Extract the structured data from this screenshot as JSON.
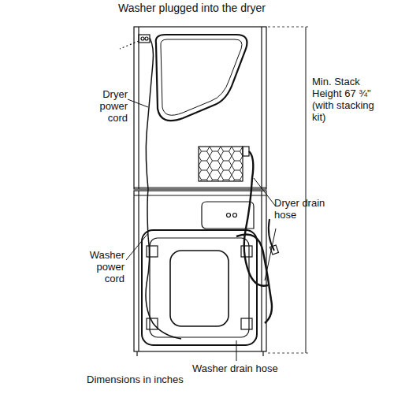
{
  "diagram": {
    "title": "Washer plugged into the dryer",
    "caption": "Dimensions in inches",
    "labels": [
      "Dryer power cord",
      "Min. Stack Height 67 ¾\" (with stacking kit)",
      "Dryer drain hose",
      "Washer power cord",
      "Washer drain hose"
    ]
  }
}
